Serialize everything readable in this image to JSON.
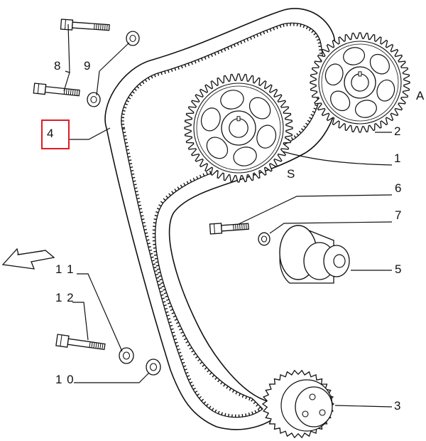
{
  "diagram": {
    "highlight_color": "#e01b24",
    "line_color": "#111111",
    "callouts": [
      {
        "id": "1",
        "text": "1"
      },
      {
        "id": "2",
        "text": "2"
      },
      {
        "id": "3",
        "text": "3"
      },
      {
        "id": "4",
        "text": "4"
      },
      {
        "id": "5",
        "text": "5"
      },
      {
        "id": "6",
        "text": "6"
      },
      {
        "id": "7",
        "text": "7"
      },
      {
        "id": "8",
        "text": "8"
      },
      {
        "id": "9",
        "text": "9"
      },
      {
        "id": "10",
        "text": "1 0"
      },
      {
        "id": "11",
        "text": "1 1"
      },
      {
        "id": "12",
        "text": "1 2"
      }
    ],
    "side_labels": {
      "a": "A",
      "s": "S"
    },
    "selected_part": "4",
    "icons": [
      "direction-arrow-icon"
    ]
  }
}
